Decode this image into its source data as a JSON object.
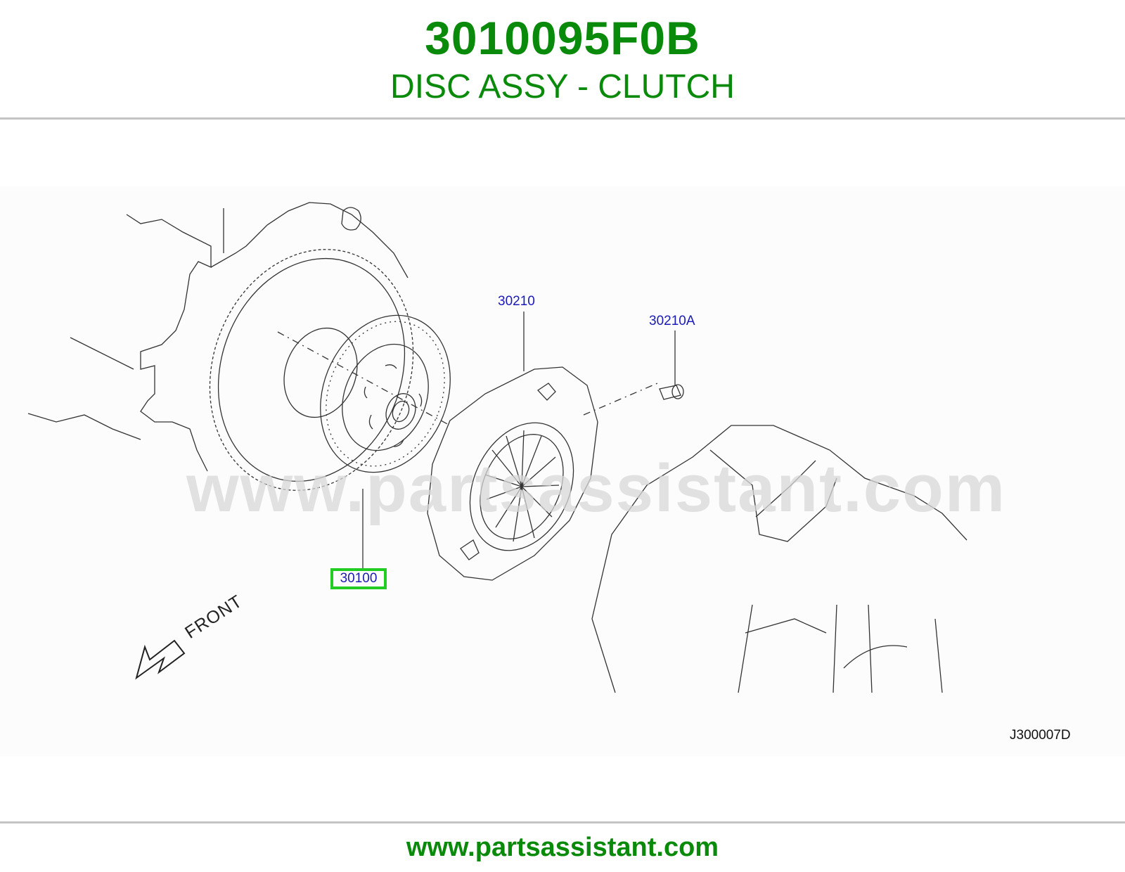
{
  "header": {
    "part_number": "3010095F0B",
    "part_name": "DISC ASSY - CLUTCH"
  },
  "diagram": {
    "callouts": [
      {
        "label": "30210"
      },
      {
        "label": "30210A"
      },
      {
        "label": "30100",
        "highlighted": true
      }
    ],
    "direction_label": "FRONT",
    "diagram_code": "J300007D",
    "watermark": "www.partsassistant.com",
    "highlight_color": "#22cc22",
    "callout_color": "#1a1ab8"
  },
  "footer": {
    "url": "www.partsassistant.com"
  },
  "colors": {
    "brand": "#0a8a0a",
    "rule": "#c4c4c4"
  }
}
